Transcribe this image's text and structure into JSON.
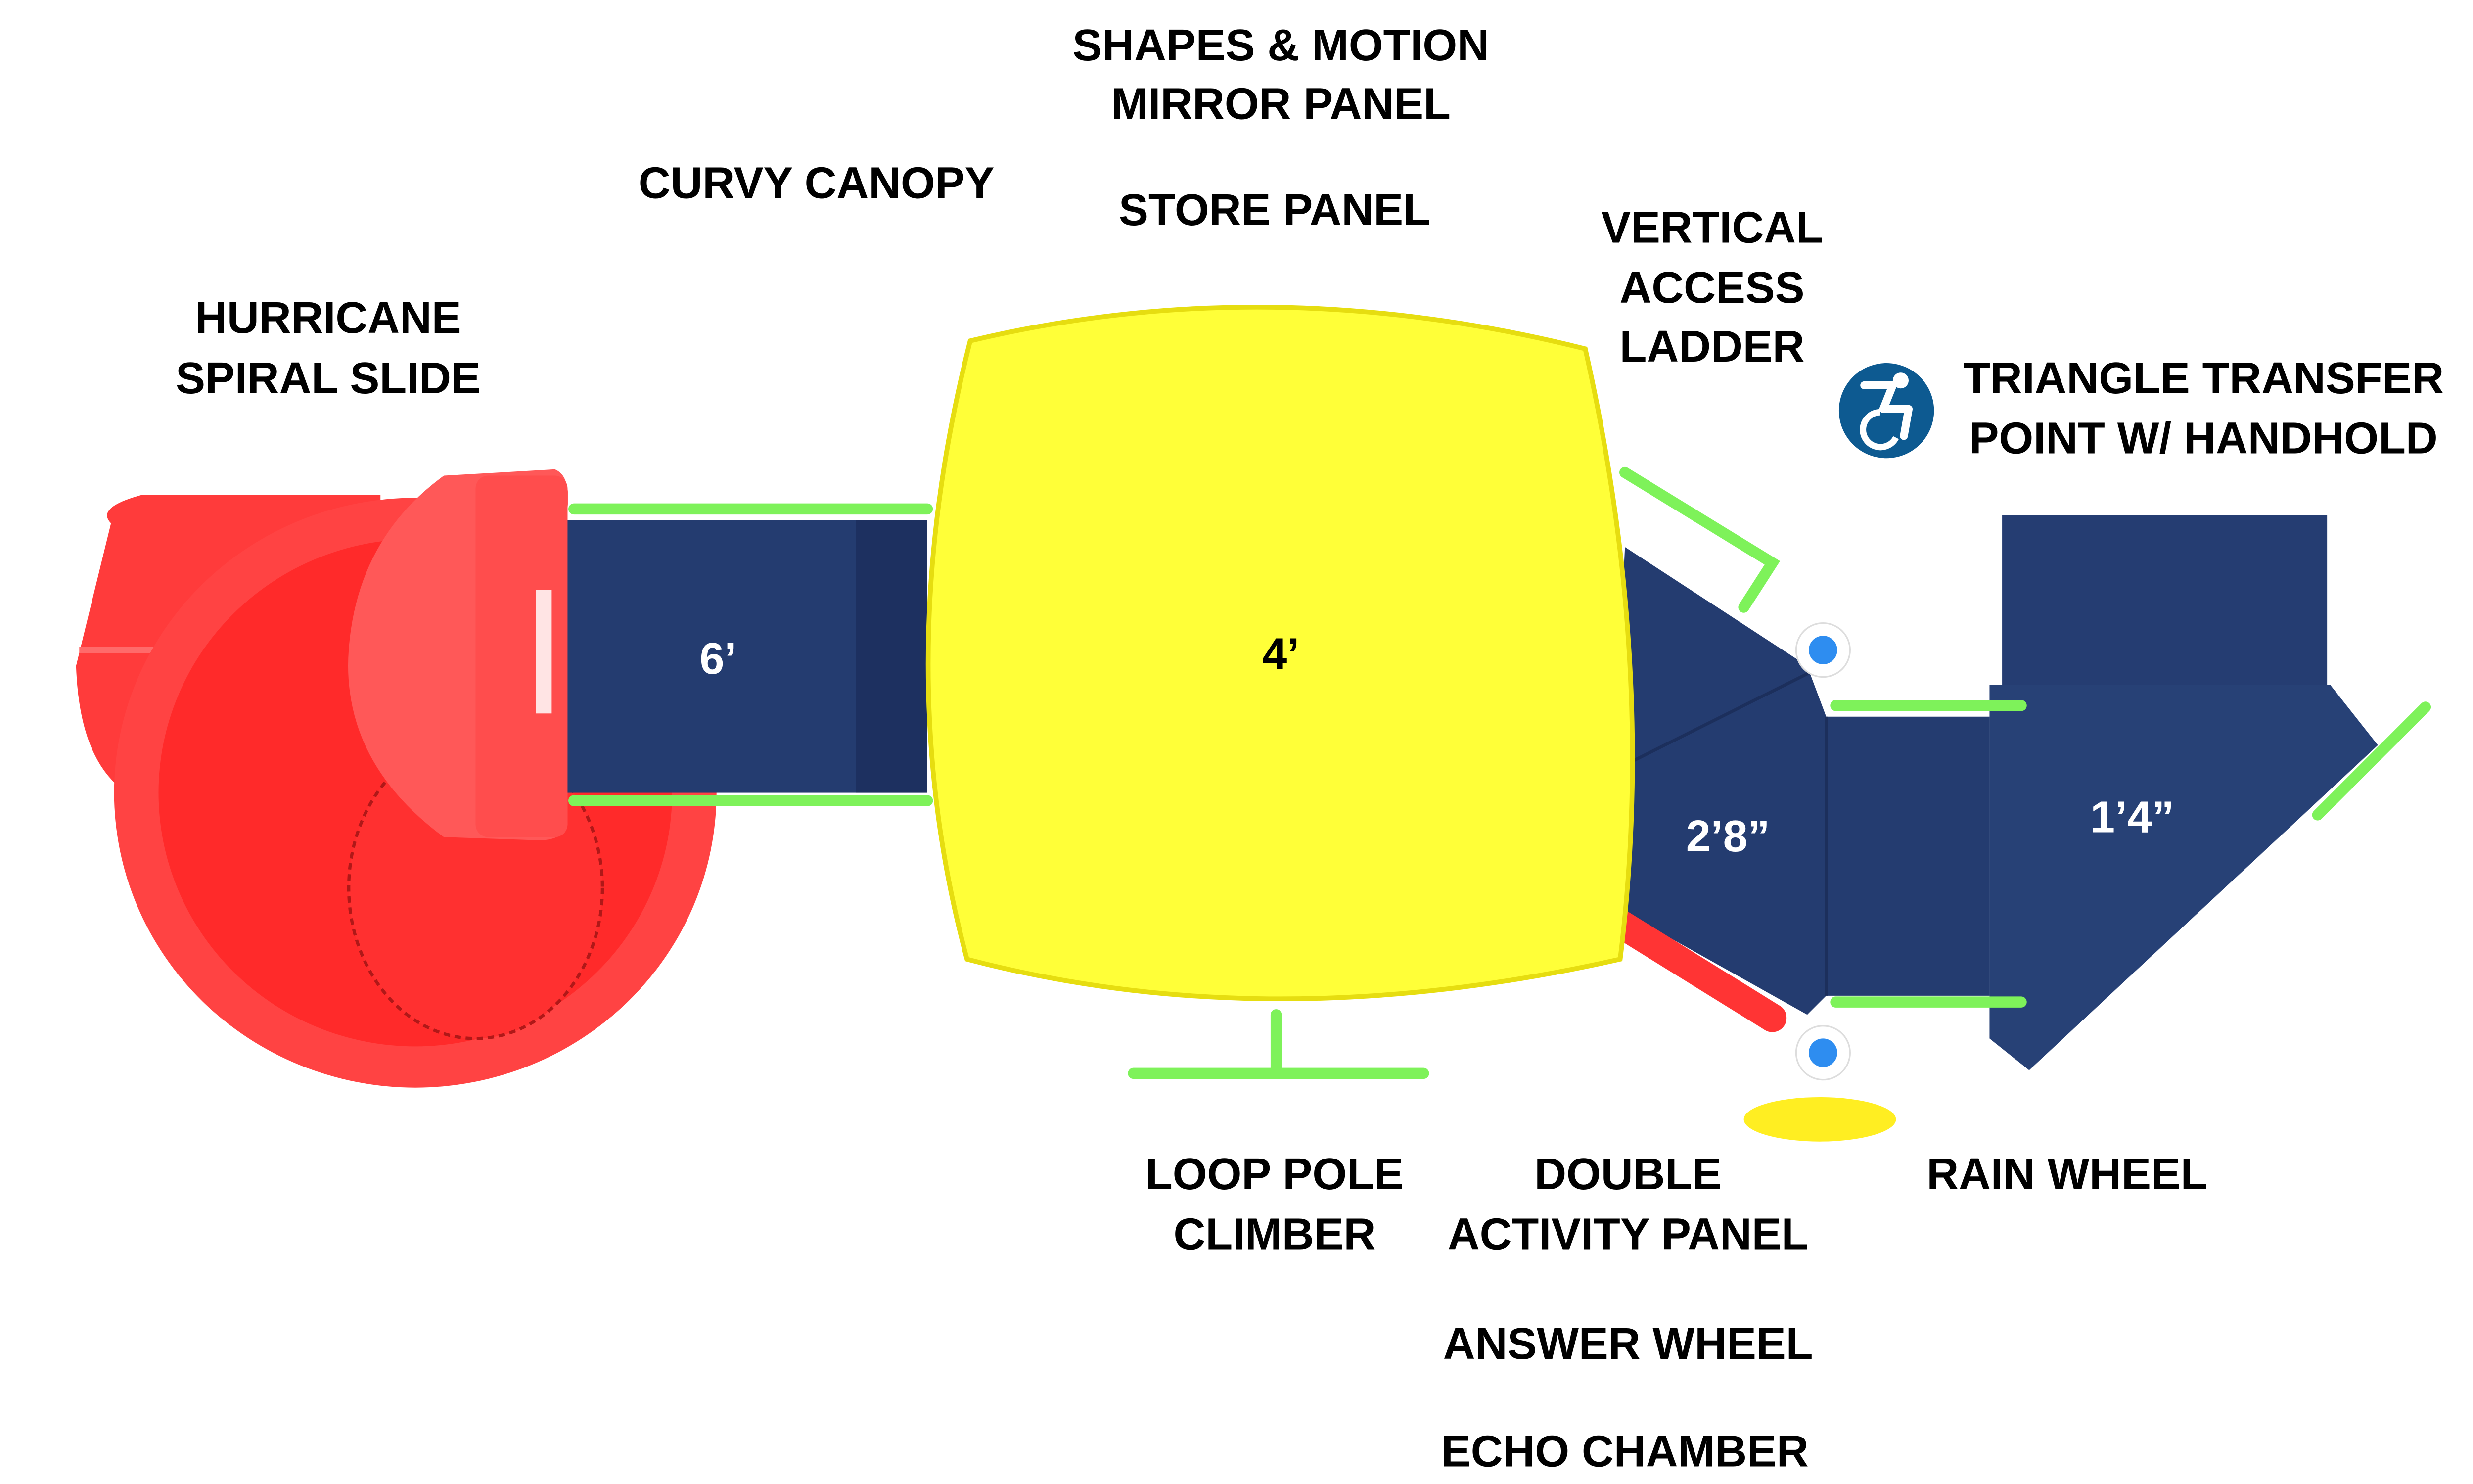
{
  "labels": {
    "shapes_motion": "SHAPES & MOTION",
    "mirror_panel": "MIRROR PANEL",
    "curvy_canopy": "CURVY CANOPY",
    "store_panel": "STORE PANEL",
    "vertical": "VERTICAL",
    "access": "ACCESS",
    "ladder": "LADDER",
    "hurricane": "HURRICANE",
    "spiral_slide": "SPIRAL SLIDE",
    "triangle_transfer": "TRIANGLE TRANSFER",
    "point_handhold": "POINT W/ HANDHOLD",
    "loop_pole": "LOOP POLE",
    "climber": "CLIMBER",
    "double": "DOUBLE",
    "activity_panel": "ACTIVITY PANEL",
    "answer_wheel": "ANSWER WHEEL",
    "echo_chamber": "ECHO CHAMBER",
    "rain_wheel": "RAIN WHEEL"
  },
  "deck_heights": {
    "slide_deck": "6’",
    "canopy_deck": "4’",
    "middle_deck": "2’8”",
    "transfer_deck": "1’4”"
  },
  "icons": {
    "accessibility": "wheelchair-accessible-icon"
  },
  "colors": {
    "deck": "#243c70",
    "canopy": "#ffff38",
    "slide": "#ff3b3b",
    "rail": "#7ef25a",
    "access_icon": "#0d5a91"
  }
}
